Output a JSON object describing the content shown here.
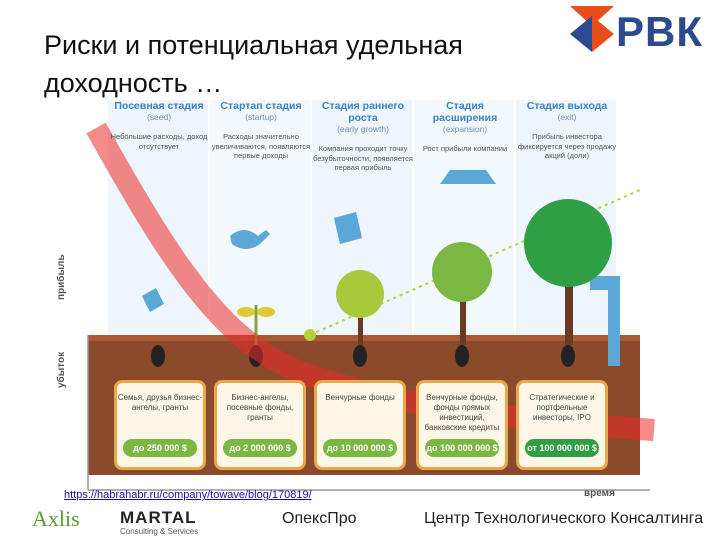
{
  "title": "Риски и потенциальная удельная доходность …",
  "logo": {
    "text": "РВК",
    "colors": [
      "#e84e1b",
      "#2b4a8f"
    ]
  },
  "stages": [
    {
      "name": "Посевная стадия",
      "en": "(seed)",
      "desc": "Небольшие расходы, доход отсутствует"
    },
    {
      "name": "Стартап стадия",
      "en": "(startup)",
      "desc": "Расходы значительно увеличиваются, появляются первые доходы"
    },
    {
      "name": "Стадия раннего роста",
      "en": "(early growth)",
      "desc": "Компания проходит точку безубыточности, появляется первая прибыль"
    },
    {
      "name": "Стадия расширения",
      "en": "(expansion)",
      "desc": "Рост прибыли компании"
    },
    {
      "name": "Стадия выхода",
      "en": "(exit)",
      "desc": "Прибыль инвестора фиксируется через продажу акций (доли)"
    }
  ],
  "axis": {
    "profit": "прибыль",
    "loss": "убыток",
    "time": "время"
  },
  "cards": [
    {
      "text": "Семья, друзья бизнес-ангелы, гранты",
      "prefix": "до",
      "amount": "250 000 $"
    },
    {
      "text": "Бизнес-ангелы, посевные фонды, гранты",
      "prefix": "до",
      "amount": "2 000 000 $"
    },
    {
      "text": "Венчурные фонды",
      "prefix": "до",
      "amount": "10 000 000 $"
    },
    {
      "text": "Венчурные фонды, фонды прямых инвестиций, банковские кредиты",
      "prefix": "до",
      "amount": "100 000 000 $"
    },
    {
      "text": "Стратегические и портфельные инвесторы, IPO",
      "prefix": "от",
      "amount": "100 000 000 $"
    }
  ],
  "source_link": "https://habrahabr.ru/company/towave/blog/170819/",
  "footer": {
    "axlis": "Axlis",
    "martal": "MARTAL",
    "martal_sub": "Consulting & Services",
    "openspro": "ОпексПро",
    "ctk": "Центр Технологического Консалтинга"
  }
}
